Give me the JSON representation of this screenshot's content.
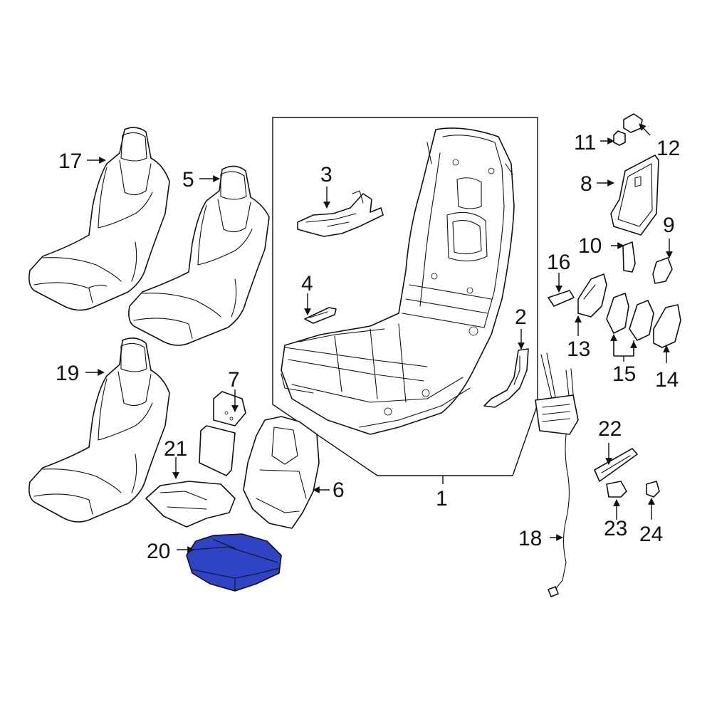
{
  "diagram": {
    "highlight_color": "#2e44c4",
    "outline_color": "#111111",
    "background": "#ffffff",
    "callouts": {
      "c1": "1",
      "c2": "2",
      "c3": "3",
      "c4": "4",
      "c5": "5",
      "c6": "6",
      "c7": "7",
      "c8": "8",
      "c9": "9",
      "c10": "10",
      "c11": "11",
      "c12": "12",
      "c13": "13",
      "c14": "14",
      "c15": "15",
      "c16": "16",
      "c17": "17",
      "c18": "18",
      "c19": "19",
      "c20": "20",
      "c21": "21",
      "c22": "22",
      "c23": "23",
      "c24": "24"
    },
    "highlighted_part": "20"
  }
}
